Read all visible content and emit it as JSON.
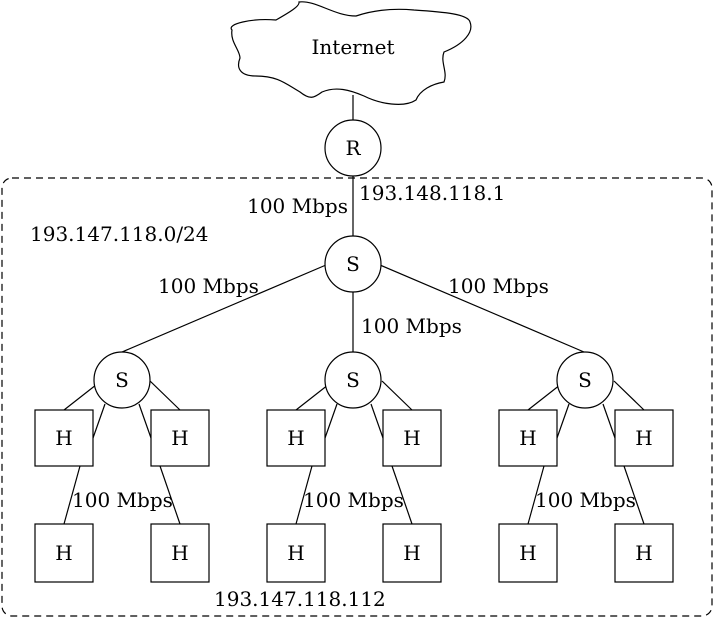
{
  "internet": {
    "label": "Internet"
  },
  "router": {
    "label": "R"
  },
  "switches": [
    {
      "id": "core",
      "label": "S"
    },
    {
      "id": "left",
      "label": "S"
    },
    {
      "id": "middle",
      "label": "S"
    },
    {
      "id": "right",
      "label": "S"
    }
  ],
  "hosts": [
    "H",
    "H",
    "H",
    "H",
    "H",
    "H",
    "H",
    "H",
    "H",
    "H",
    "H",
    "H"
  ],
  "link_labels": {
    "router_to_core": "100 Mbps",
    "core_to_left": "100 Mbps",
    "core_to_middle": "100 Mbps",
    "core_to_right": "100 Mbps",
    "left_hosts": "100 Mbps",
    "middle_hosts": "100 Mbps",
    "right_hosts": "100 Mbps"
  },
  "addresses": {
    "router_ip": "193.148.118.1",
    "subnet": "193.147.118.0/24",
    "host_ip": "193.147.118.112"
  },
  "colors": {
    "line": "#000000",
    "background": "#ffffff"
  }
}
